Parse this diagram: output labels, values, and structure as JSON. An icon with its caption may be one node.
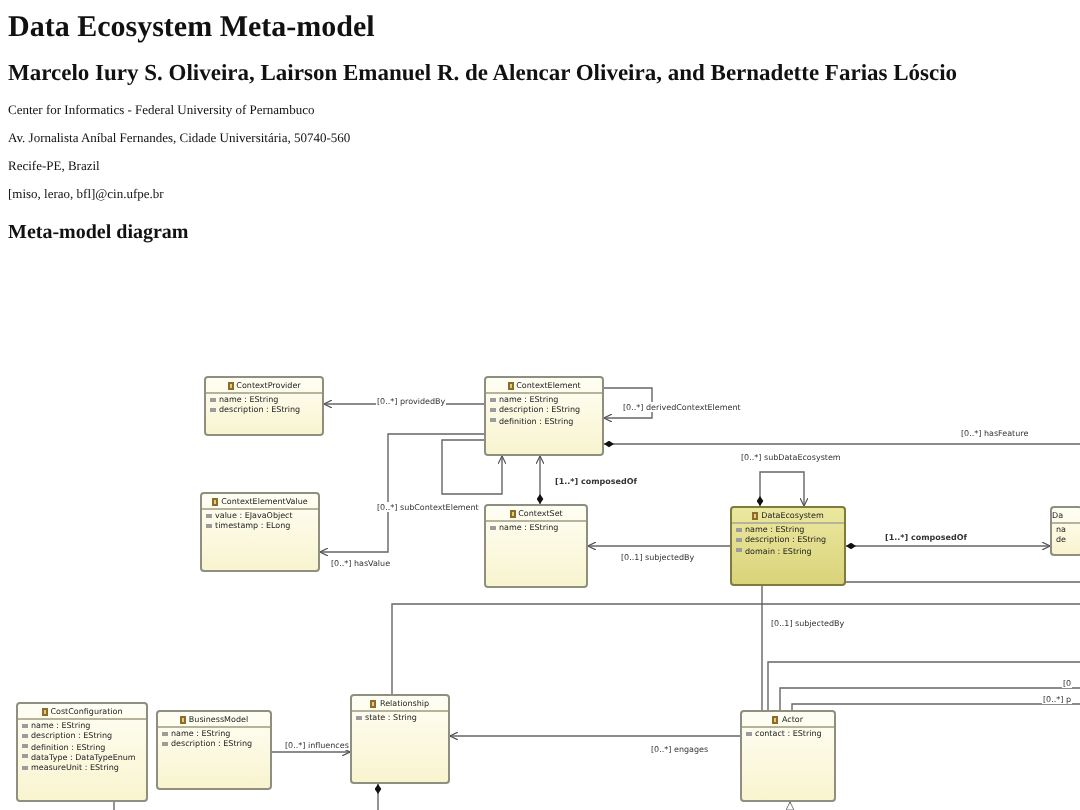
{
  "diagram": {
    "title": "Data Ecosystem Meta-model",
    "nodes": [
      {
        "text": [
          "ContextProvider",
          "name : EString",
          "description : EString"
        ]
      },
      {
        "text": [
          "ContextElement",
          "name : EString",
          "description : EString",
          "definition : EString"
        ]
      },
      {
        "text": [
          "ContextElementValue",
          "value : EJavaObject",
          "timestamp : ELong"
        ]
      },
      {
        "text": [
          "ContextSet",
          "name : EString"
        ]
      },
      {
        "text": [
          "DataEcosystem",
          "name : EString",
          "description : EString",
          "domain : EString"
        ]
      },
      {
        "text": [
          "Da",
          "na",
          "de"
        ]
      },
      {
        "text": [
          "CostConfiguration",
          "name : EString",
          "description : EString",
          "definition : EString",
          "dataType : DataTypeEnum",
          "measureUnit : EString"
        ]
      },
      {
        "text": [
          "BusinessModel",
          "name : EString",
          "description : EString"
        ]
      },
      {
        "text": [
          "Relationship",
          "state : String"
        ]
      },
      {
        "text": [
          "Actor",
          "contact : EString"
        ]
      }
    ],
    "edges": [
      {
        "from": 1,
        "to": 0,
        "arrow": "to",
        "label": "[0..*] providedBy"
      },
      {
        "from": 1,
        "to": 1,
        "arrow": "to",
        "label": "[0..*] derivedContextElement"
      },
      {
        "from": 1,
        "to": 2,
        "arrow": "to",
        "label": "[0..*] hasValue"
      },
      {
        "from": 1,
        "to": 1,
        "arrow": "to",
        "label": "[0..*] subContextElement"
      },
      {
        "from": 3,
        "to": 1,
        "arrow": "to",
        "label": "[1..*] composedOf"
      },
      {
        "from": 1,
        "to": null,
        "arrow": "other",
        "label": "[0..*] hasFeature"
      },
      {
        "from": 4,
        "to": 3,
        "arrow": "to",
        "label": "[0..1] subjectedBy"
      },
      {
        "from": 4,
        "to": 4,
        "arrow": "to",
        "label": "[0..*] subDataEcosystem"
      },
      {
        "from": 4,
        "to": 5,
        "arrow": "to",
        "label": "[1..*] composedOf"
      },
      {
        "from": 9,
        "to": null,
        "arrow": "none",
        "label": "[0..1] subjectedBy"
      },
      {
        "from": 8,
        "to": null,
        "arrow": "none"
      },
      {
        "from": 7,
        "to": 8,
        "arrow": "to",
        "label": "[0..*] influences"
      },
      {
        "from": 9,
        "to": 8,
        "arrow": "to",
        "label": "[0..*] engages"
      },
      {
        "from": 9,
        "to": null,
        "arrow": "none"
      },
      {
        "from": 9,
        "to": null,
        "arrow": "none",
        "label": "[0"
      },
      {
        "from": 9,
        "to": null,
        "arrow": "none",
        "label": "[0..*] p"
      },
      {
        "from": 6,
        "to": null,
        "arrow": "none"
      },
      {
        "from": 8,
        "to": null,
        "arrow": "other"
      },
      {
        "from": null,
        "to": 9,
        "arrow": "to"
      }
    ],
    "labels": [
      "Marcelo Iury S. Oliveira, Lairson Emanuel R. de Alencar Oliveira, and Bernadette Farias Lóscio",
      "Center for Informatics - Federal University of Pernambuco",
      "Av. Jornalista Aníbal Fernandes, Cidade Universitária, 50740-560",
      "Recife-PE, Brazil",
      "[miso, lerao, bfl]@cin.ufpe.br",
      "Meta-model diagram"
    ]
  }
}
